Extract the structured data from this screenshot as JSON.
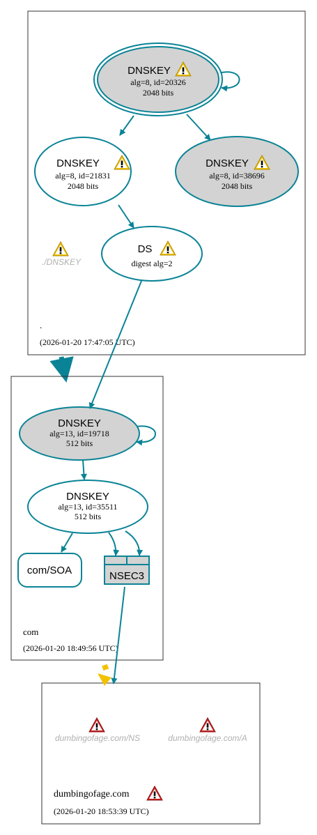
{
  "colors": {
    "edge": "#0a8396",
    "node_fill_grey": "#d3d3d3",
    "node_fill_white": "#ffffff",
    "zone_border": "#333333",
    "warn_yellow": "#f2c200",
    "error_red": "#cc2222",
    "muted_text": "#b0b0b0"
  },
  "zones": {
    "root": {
      "name": ".",
      "timestamp": "(2026-01-20 17:47:05 UTC)",
      "missing_label": "./DNSKEY",
      "nodes": {
        "ksk": {
          "title": "DNSKEY",
          "line1": "alg=8, id=20326",
          "line2": "2048 bits",
          "icon": "warning-icon"
        },
        "zsk": {
          "title": "DNSKEY",
          "line1": "alg=8, id=21831",
          "line2": "2048 bits",
          "icon": "warning-icon"
        },
        "ksk2": {
          "title": "DNSKEY",
          "line1": "alg=8, id=38696",
          "line2": "2048 bits",
          "icon": "warning-icon"
        },
        "ds": {
          "title": "DS",
          "line1": "digest alg=2",
          "icon": "warning-icon"
        }
      }
    },
    "com": {
      "name": "com",
      "timestamp": "(2026-01-20 18:49:56 UTC)",
      "nodes": {
        "ksk": {
          "title": "DNSKEY",
          "line1": "alg=13, id=19718",
          "line2": "512 bits"
        },
        "zsk": {
          "title": "DNSKEY",
          "line1": "alg=13, id=35511",
          "line2": "512 bits"
        },
        "soa": {
          "title": "com/SOA"
        },
        "nsec3": {
          "title": "NSEC3"
        }
      }
    },
    "dumbingofage": {
      "name": "dumbingofage.com",
      "timestamp": "(2026-01-20 18:53:39 UTC)",
      "rrsets": [
        {
          "label": "dumbingofage.com/NS",
          "icon": "error-icon"
        },
        {
          "label": "dumbingofage.com/A",
          "icon": "error-icon"
        }
      ],
      "name_icon": "error-icon"
    }
  }
}
